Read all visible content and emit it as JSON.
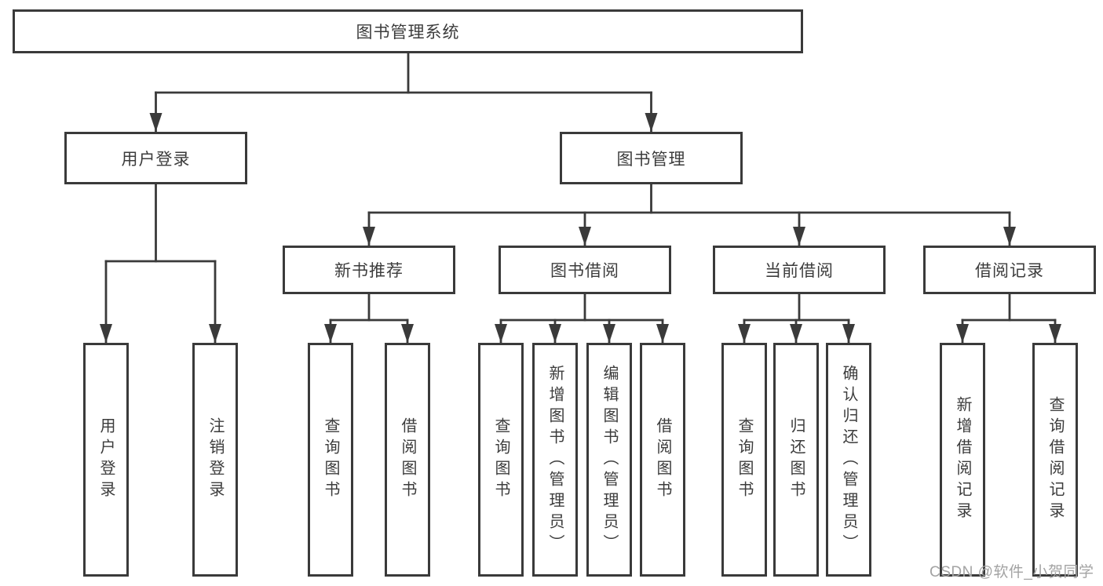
{
  "diagram": {
    "root": {
      "label": "图书管理系统"
    },
    "branches": [
      {
        "label": "用户登录",
        "children": [
          {
            "label": "用户登录"
          },
          {
            "label": "注销登录"
          }
        ]
      },
      {
        "label": "图书管理",
        "children": [
          {
            "label": "新书推荐",
            "children": [
              {
                "label": "查询图书"
              },
              {
                "label": "借阅图书"
              }
            ]
          },
          {
            "label": "图书借阅",
            "children": [
              {
                "label": "查询图书"
              },
              {
                "label": "新增图书（管理员）"
              },
              {
                "label": "编辑图书（管理员）"
              },
              {
                "label": "借阅图书"
              }
            ]
          },
          {
            "label": "当前借阅",
            "children": [
              {
                "label": "查询图书"
              },
              {
                "label": "归还图书"
              },
              {
                "label": "确认归还（管理员）"
              }
            ]
          },
          {
            "label": "借阅记录",
            "children": [
              {
                "label": "新增借阅记录"
              },
              {
                "label": "查询借阅记录"
              }
            ]
          }
        ]
      }
    ]
  },
  "watermark": {
    "text": "CSDN @软件_小贺同学"
  },
  "colors": {
    "line_color": "#3a3a3a",
    "box_border": "#3a3a3a",
    "box_fill": "#ffffff",
    "text_color": "#3c3c3c",
    "watermark_color": "#a3a3a3",
    "background": "#ffffff"
  }
}
